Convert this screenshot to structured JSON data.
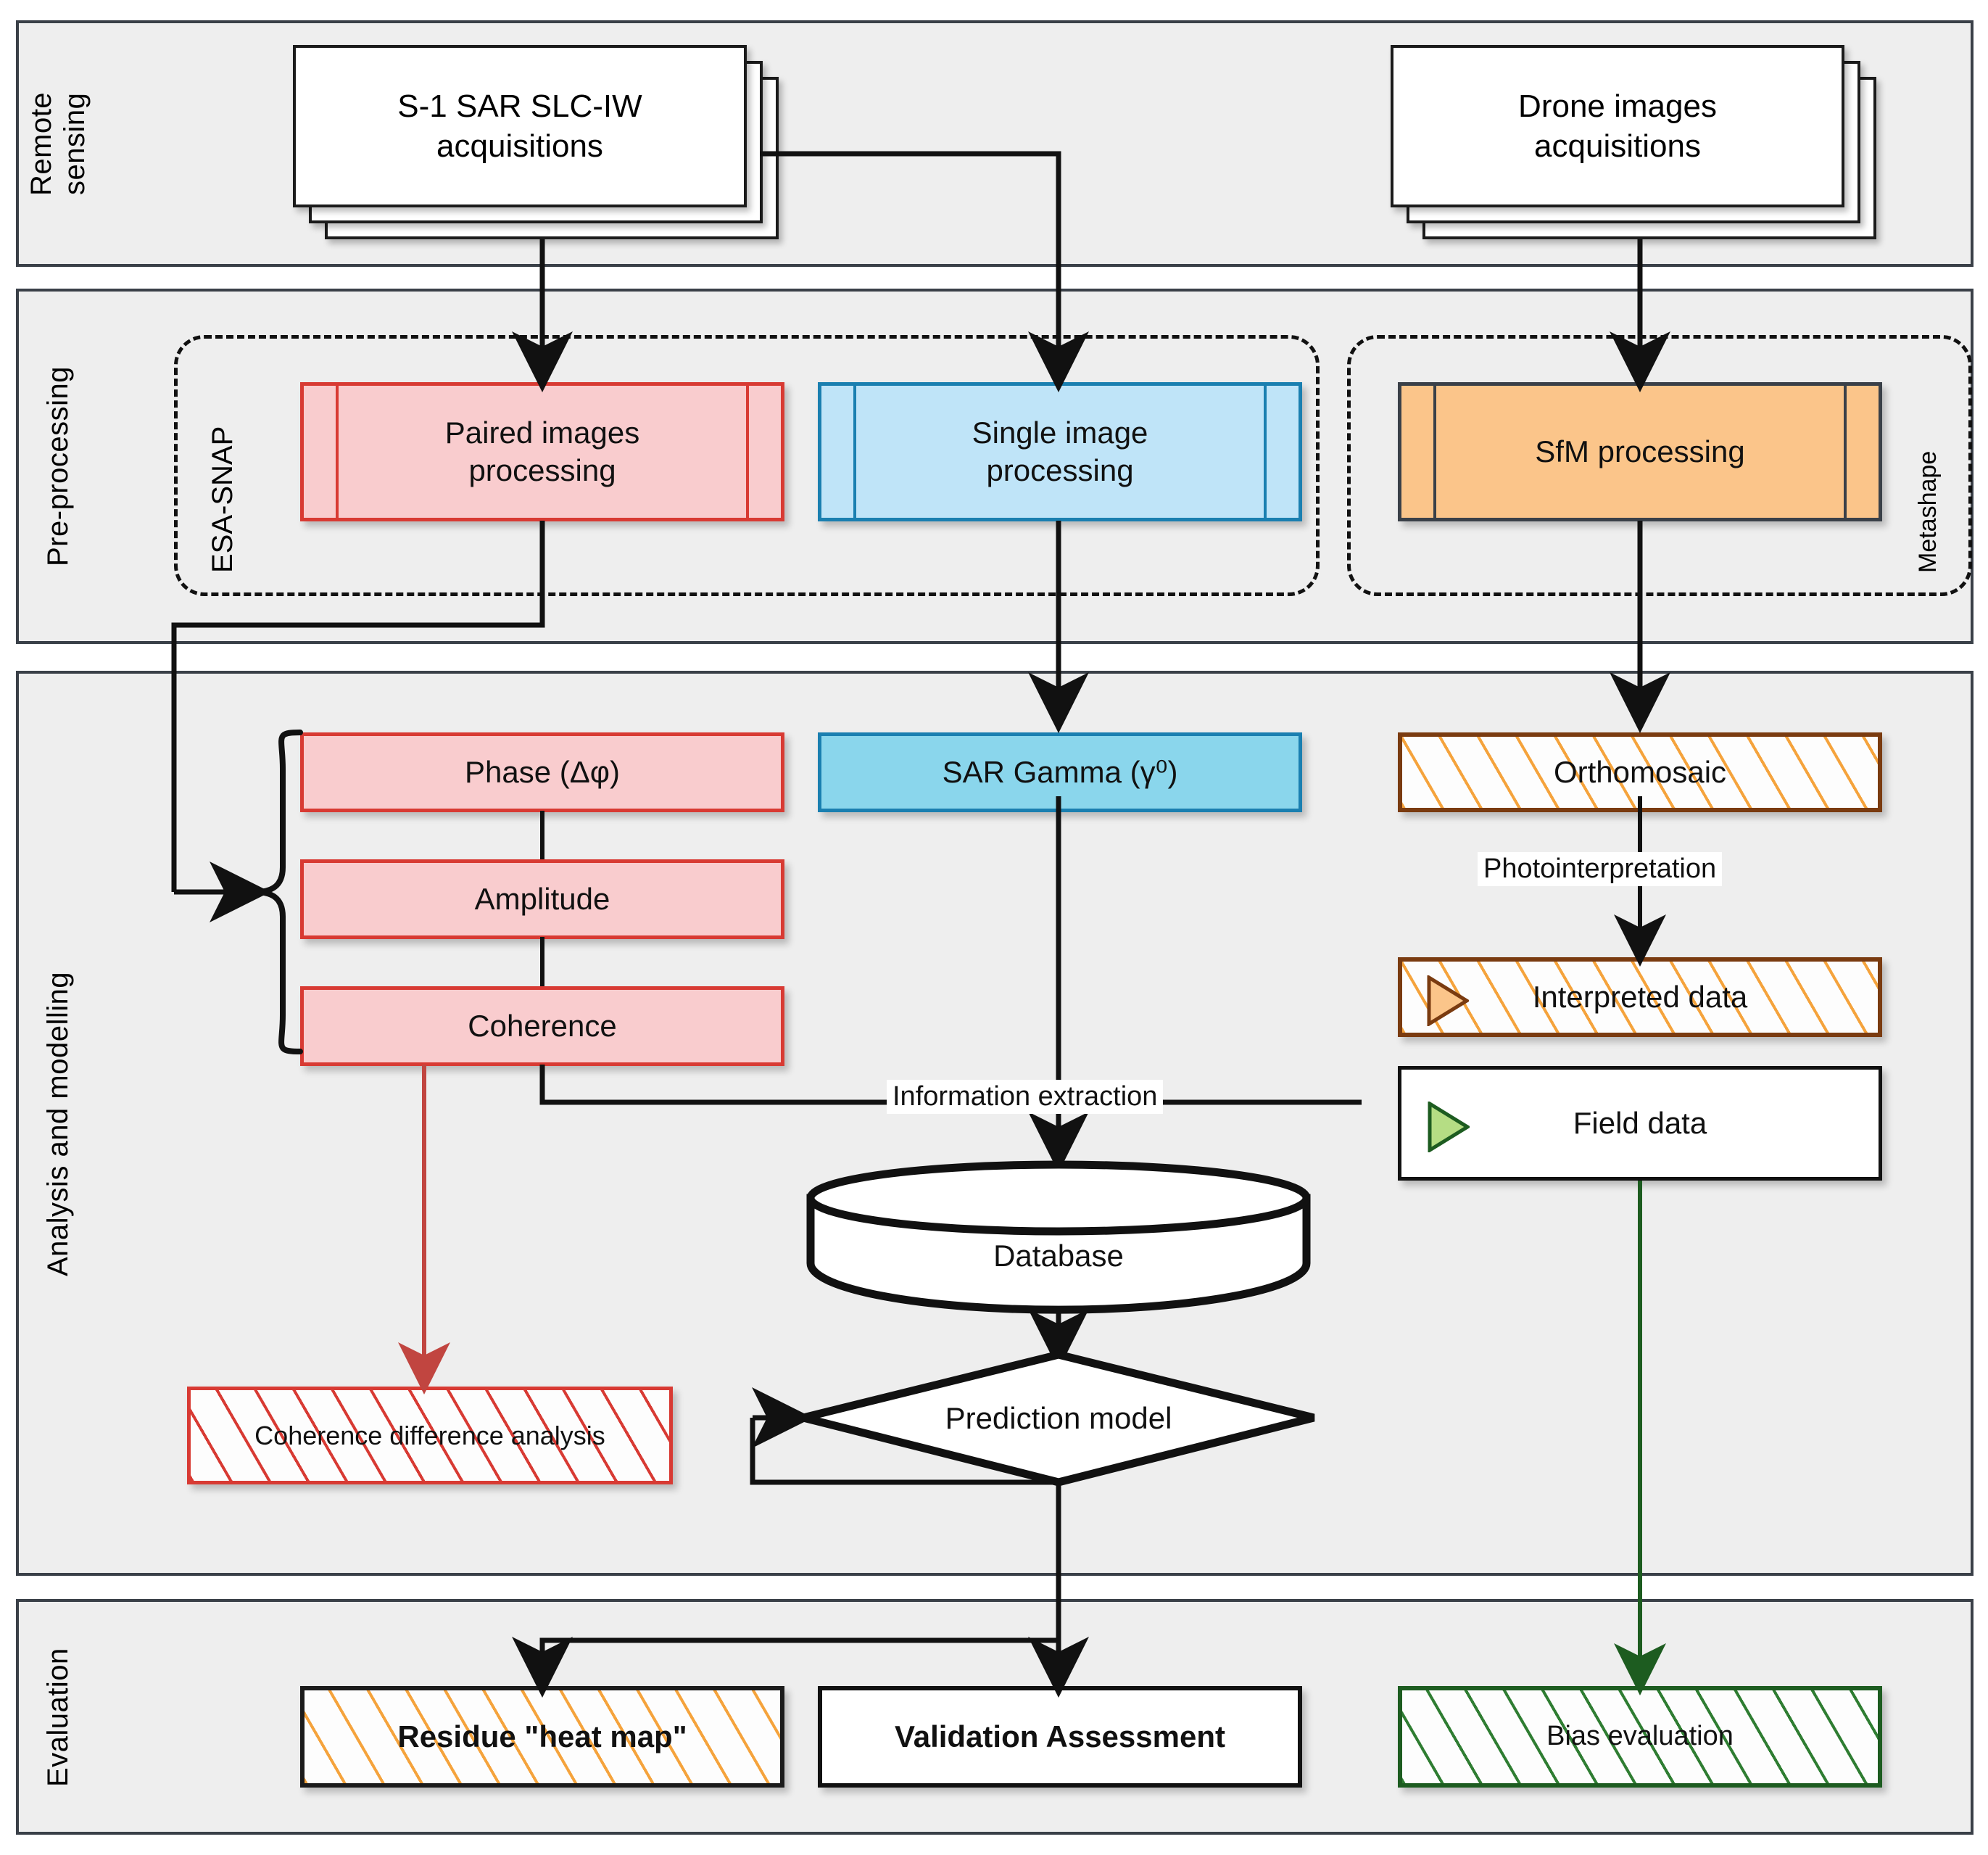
{
  "diagram": {
    "title": "SAR and drone processing workflow",
    "lanes": [
      {
        "id": "remote-sensing",
        "label": "Remote\nsensing"
      },
      {
        "id": "pre-processing",
        "label": "Pre-processing"
      },
      {
        "id": "analysis-modelling",
        "label": "Analysis and modelling"
      },
      {
        "id": "evaluation",
        "label": "Evaluation"
      }
    ],
    "groups": [
      {
        "id": "esa-snap",
        "label": "ESA-SNAP"
      },
      {
        "id": "metashape",
        "label": "Metashape"
      }
    ],
    "nodes": [
      {
        "id": "s1-sar-slc-iw",
        "label": "S-1 SAR SLC-IW\nacquisitions",
        "shape": "document-stack"
      },
      {
        "id": "drone-images",
        "label": "Drone images\nacquisitions",
        "shape": "document-stack"
      },
      {
        "id": "paired-images-processing",
        "label": "Paired images\nprocessing",
        "shape": "subprocess",
        "color": "#f9ccce",
        "border": "#d83a33"
      },
      {
        "id": "single-image-processing",
        "label": "Single image\nprocessing",
        "shape": "subprocess",
        "color": "#bfe4f8",
        "border": "#1a7fb0"
      },
      {
        "id": "sfm-processing",
        "label": "SfM processing",
        "shape": "subprocess",
        "color": "#fbc58a",
        "border": "#3a4048"
      },
      {
        "id": "phase",
        "label": "Phase (Δφ)",
        "shape": "rect",
        "color": "#f9ccce",
        "border": "#d83a33"
      },
      {
        "id": "amplitude",
        "label": "Amplitude",
        "shape": "rect",
        "color": "#f9ccce",
        "border": "#d83a33"
      },
      {
        "id": "coherence",
        "label": "Coherence",
        "shape": "rect",
        "color": "#f9ccce",
        "border": "#d83a33"
      },
      {
        "id": "sar-gamma",
        "label": "SAR Gamma (γ⁰)",
        "shape": "rect",
        "color": "#8ad6ec",
        "border": "#1a7fb0"
      },
      {
        "id": "orthomosaic",
        "label": "Orthomosaic",
        "shape": "hatched-rect",
        "hatch": "#f5a33c",
        "border": "#7a3b10"
      },
      {
        "id": "interpreted-data",
        "label": "Interpreted data",
        "shape": "hatched-rect",
        "hatch": "#f5a33c",
        "border": "#7a3b10",
        "icon": "play-triangle-orange"
      },
      {
        "id": "field-data",
        "label": "Field data",
        "shape": "rect",
        "color": "#ffffff",
        "border": "#111111",
        "icon": "play-triangle-green"
      },
      {
        "id": "database",
        "label": "Database",
        "shape": "cylinder"
      },
      {
        "id": "prediction-model",
        "label": "Prediction model",
        "shape": "diamond"
      },
      {
        "id": "coherence-difference-analysis",
        "label": "Coherence difference analysis",
        "shape": "hatched-rect",
        "hatch": "#d83a33",
        "border": "#d83a33"
      },
      {
        "id": "residue-heat-map",
        "label": "Residue \"heat map\"",
        "shape": "hatched-rect",
        "hatch": "#f5a33c",
        "border": "#1b1b1b",
        "bold": true
      },
      {
        "id": "validation-assessment",
        "label": "Validation Assessment",
        "shape": "rect",
        "color": "#ffffff",
        "border": "#111111",
        "bold": true
      },
      {
        "id": "bias-evaluation",
        "label": "Bias evaluation",
        "shape": "hatched-rect",
        "hatch": "#2f7d32",
        "border": "#1d5c20"
      }
    ],
    "edge_labels": [
      {
        "id": "photointerpretation",
        "label": "Photointerpretation"
      },
      {
        "id": "information-extraction",
        "label": "Information extraction"
      }
    ],
    "colors": {
      "lane_fill": "#eeeeee",
      "lane_border": "#3a4048",
      "red": "#d83a33",
      "blue": "#1a7fb0",
      "orange": "#f5a33c",
      "brown": "#7a3b10",
      "green": "#1d5c20"
    }
  }
}
